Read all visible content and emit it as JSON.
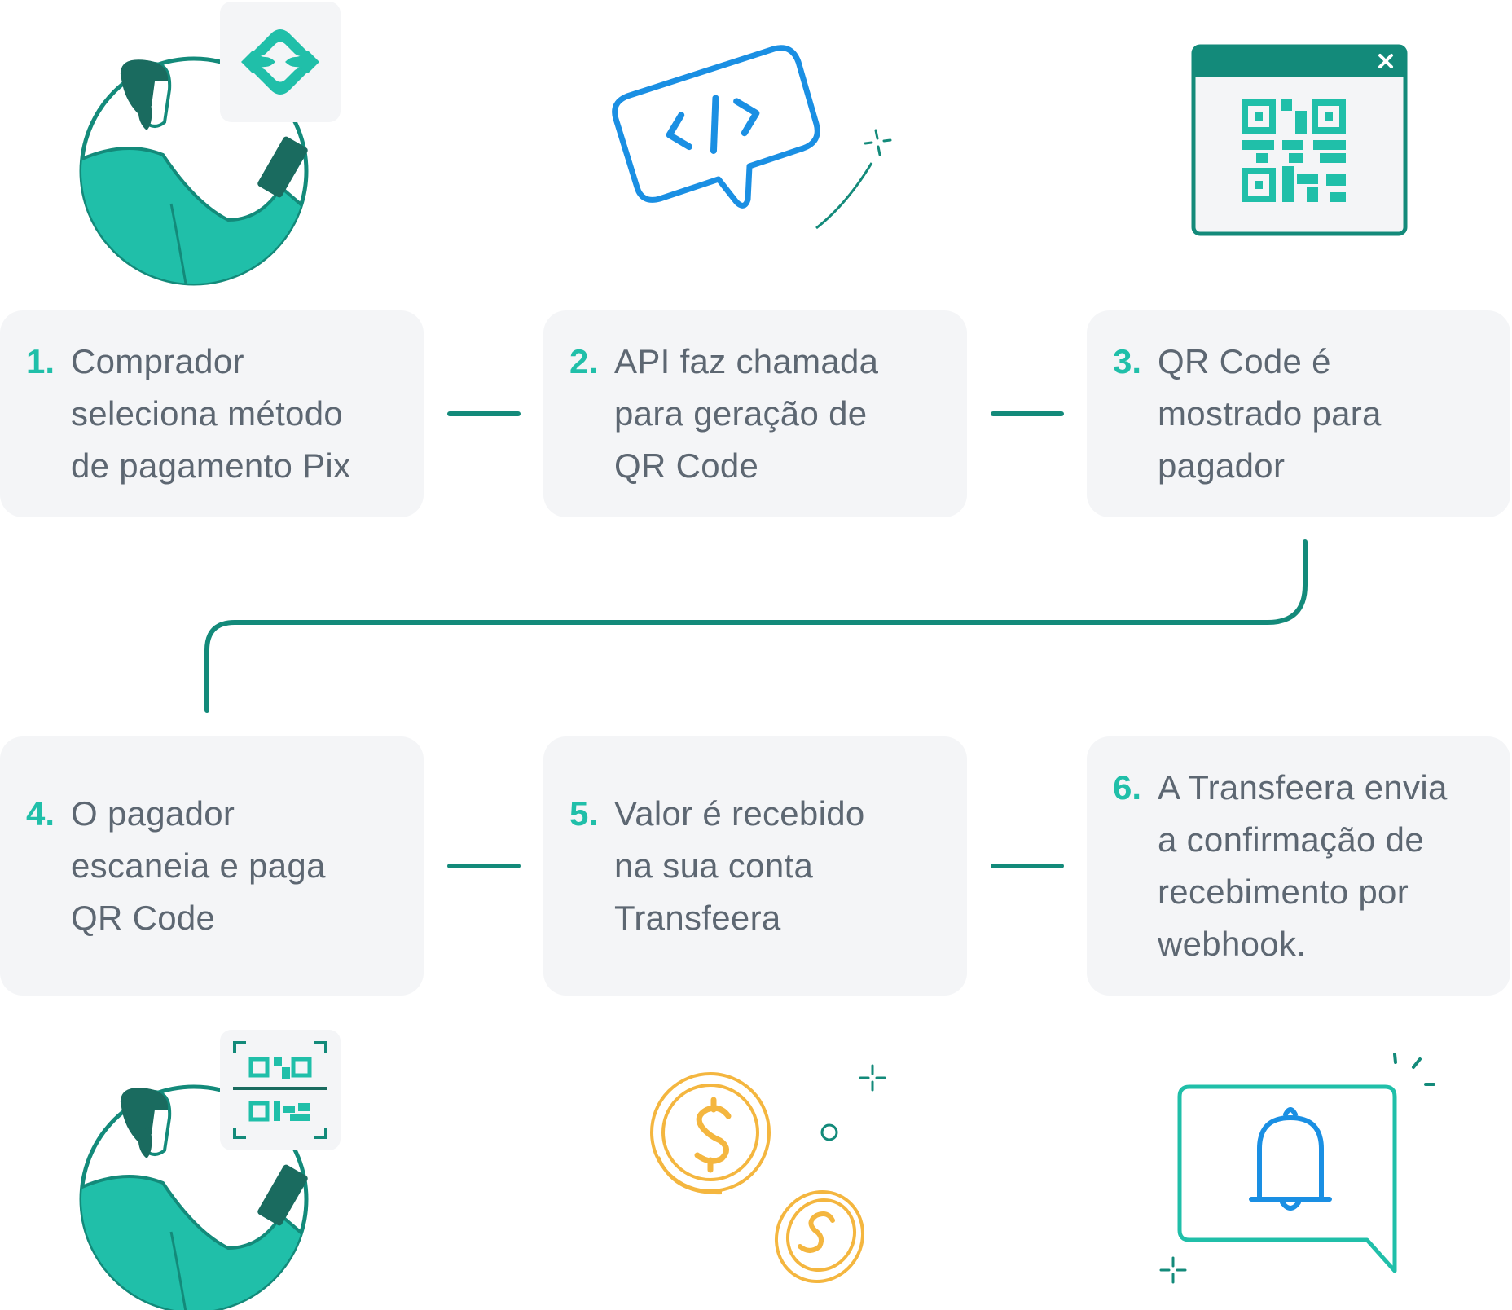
{
  "steps": [
    {
      "num": "1.",
      "text": "Comprador\nseleciona método\nde pagamento Pix"
    },
    {
      "num": "2.",
      "text": "API faz chamada\npara geração de\nQR Code"
    },
    {
      "num": "3.",
      "text": "QR Code é\nmostrado para\npagador"
    },
    {
      "num": "4.",
      "text": "O pagador\nescaneia e paga\nQR Code"
    },
    {
      "num": "5.",
      "text": "Valor é recebido\nna sua conta\nTransfeera"
    },
    {
      "num": "6.",
      "text": "A Transfeera envia\na confirmação de\nrecebimento por\nwebhook."
    }
  ],
  "colors": {
    "accent": "#20bfa9",
    "dark_teal": "#138a7a",
    "card_bg": "#f4f5f7",
    "text": "#5d6772",
    "blue": "#1a8fe3",
    "coin": "#f4b63f"
  },
  "icons": [
    "person-phone-pix-icon",
    "code-bubble-icon",
    "qr-window-icon",
    "person-scan-qr-icon",
    "coins-icon",
    "bell-notification-icon"
  ]
}
